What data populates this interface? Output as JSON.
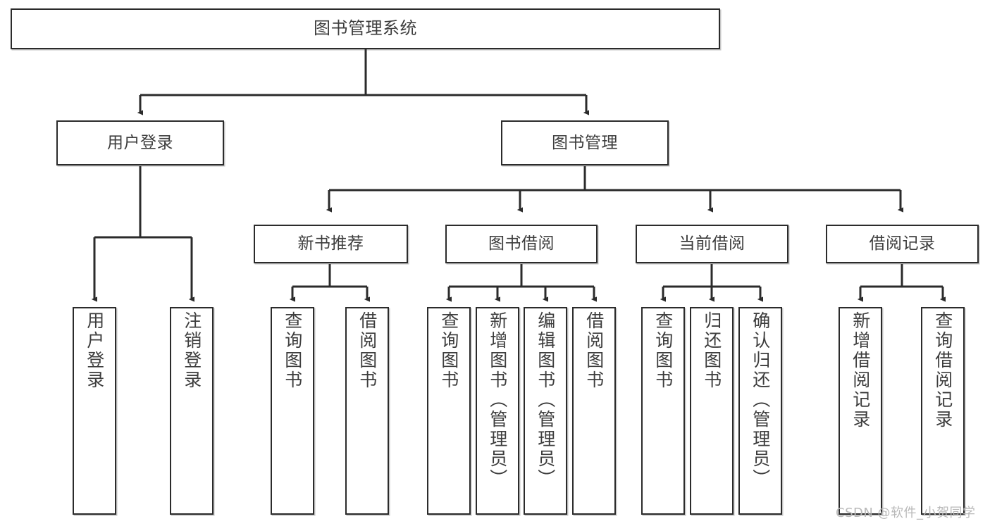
{
  "diagram": {
    "title": "图书管理系统",
    "type": "tree",
    "watermark": "CSDN @软件_小贺同学",
    "colors": {
      "box_border": "#2b2b2b",
      "box_fill": "#ffffff",
      "edge": "#2b2b2b",
      "text": "#3d3d3d",
      "watermark": "#b9b9b9"
    },
    "nodes": {
      "root": {
        "label": "图书管理系统"
      },
      "level2": [
        {
          "id": "user-login",
          "label": "用户登录"
        },
        {
          "id": "book-manage",
          "label": "图书管理"
        }
      ],
      "level3": [
        {
          "id": "new-book-recommend",
          "label": "新书推荐"
        },
        {
          "id": "book-borrow",
          "label": "图书借阅"
        },
        {
          "id": "current-borrow",
          "label": "当前借阅"
        },
        {
          "id": "borrow-record",
          "label": "借阅记录"
        }
      ],
      "leaves": {
        "user-login": [
          {
            "id": "leaf-user-login",
            "label": "用户登录"
          },
          {
            "id": "leaf-user-logout",
            "label": "注销登录"
          }
        ],
        "new-book-recommend": [
          {
            "id": "leaf-query-book-1",
            "label": "查询图书"
          },
          {
            "id": "leaf-borrow-book-1",
            "label": "借阅图书"
          }
        ],
        "book-borrow": [
          {
            "id": "leaf-query-book-2",
            "label": "查询图书"
          },
          {
            "id": "leaf-add-book",
            "label": "新增图书（管理员）"
          },
          {
            "id": "leaf-edit-book",
            "label": "编辑图书（管理员）"
          },
          {
            "id": "leaf-borrow-book-2",
            "label": "借阅图书"
          }
        ],
        "current-borrow": [
          {
            "id": "leaf-query-book-3",
            "label": "查询图书"
          },
          {
            "id": "leaf-return-book",
            "label": "归还图书"
          },
          {
            "id": "leaf-confirm-return",
            "label": "确认归还（管理员）"
          }
        ],
        "borrow-record": [
          {
            "id": "leaf-add-record",
            "label": "新增借阅记录"
          },
          {
            "id": "leaf-query-record",
            "label": "查询借阅记录"
          }
        ]
      }
    }
  }
}
